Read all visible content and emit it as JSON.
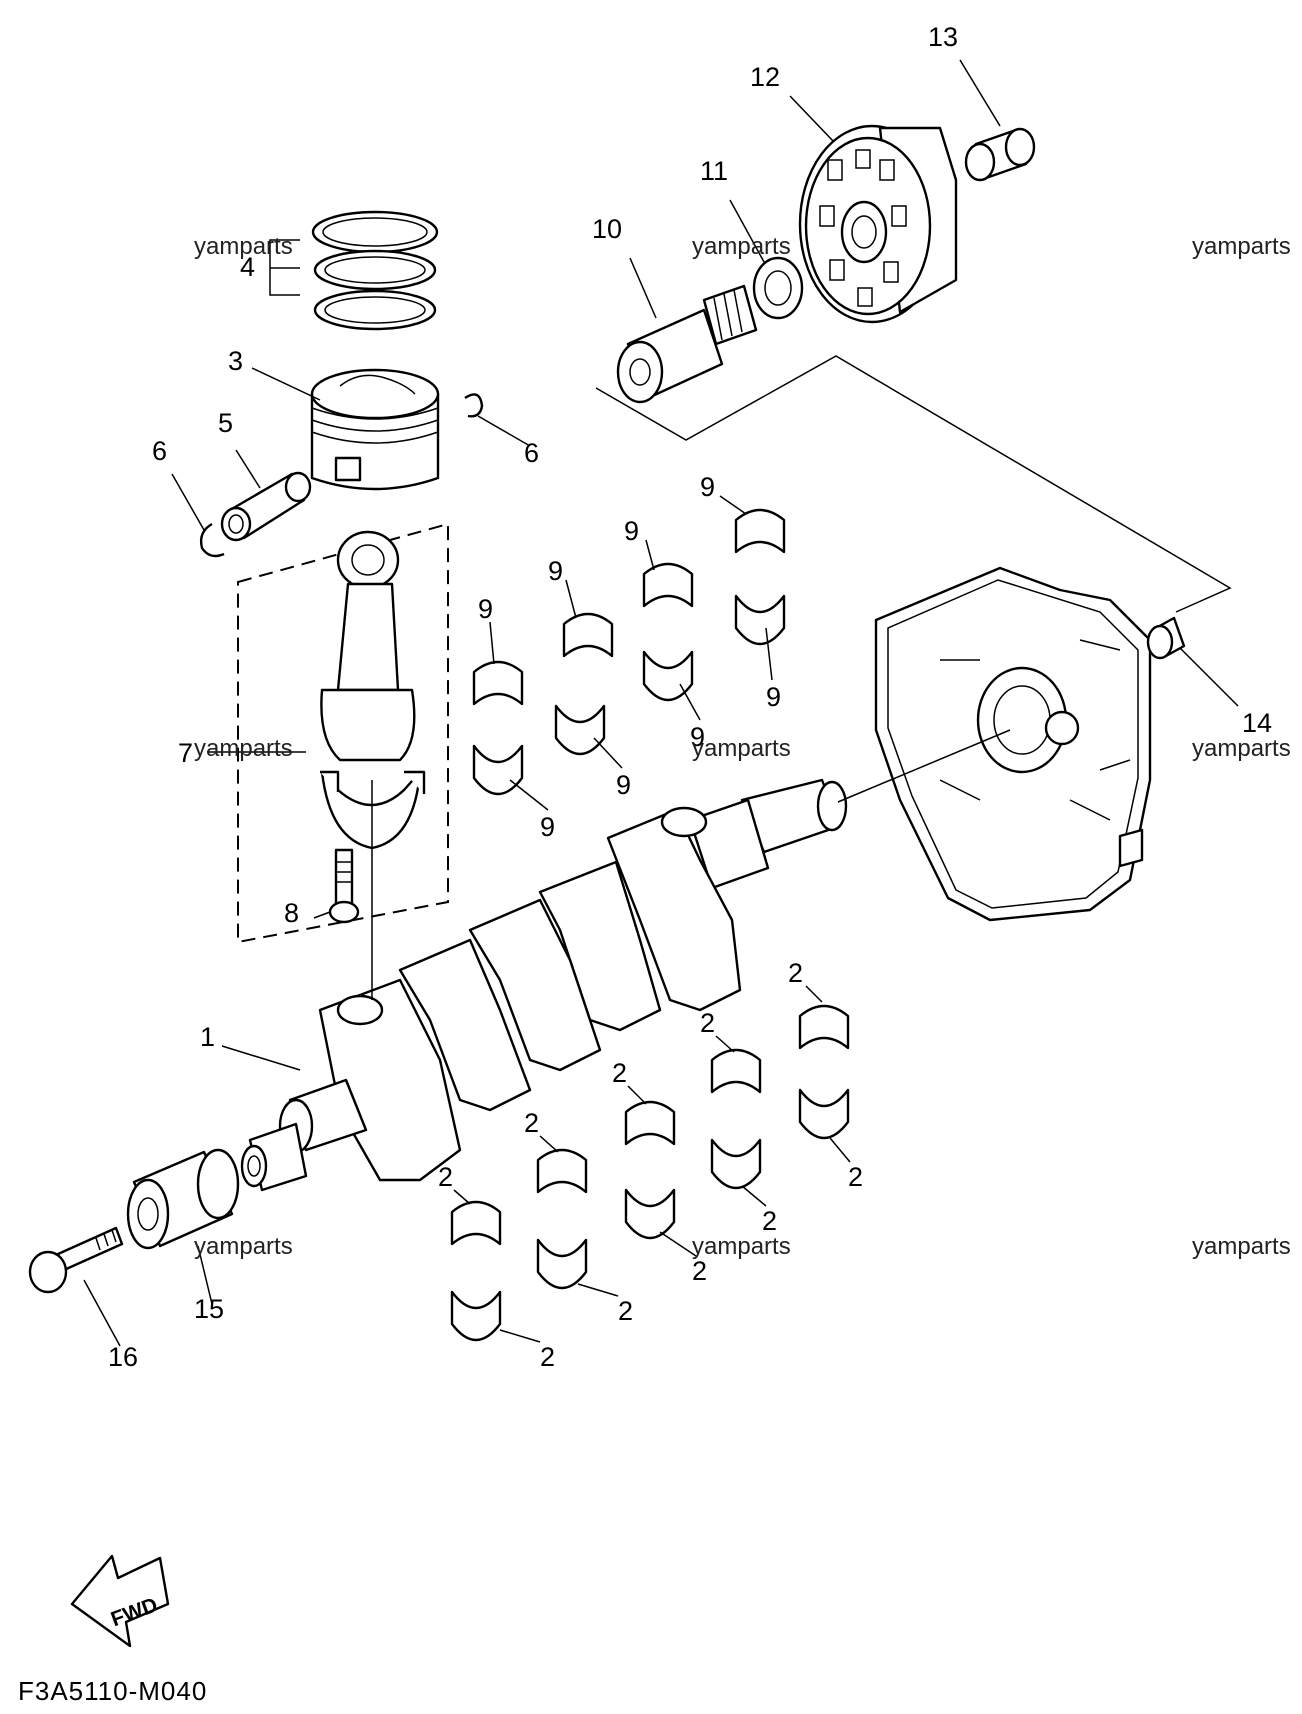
{
  "diagram": {
    "fwd_label": "FWD",
    "code": "F3A5110-M040"
  },
  "callouts": [
    "1",
    "2",
    "3",
    "4",
    "5",
    "6",
    "7",
    "8",
    "9",
    "10",
    "11",
    "12",
    "13",
    "14",
    "15",
    "16"
  ],
  "watermark": "yamparts",
  "labels": {
    "n1": "1",
    "n3": "3",
    "n4": "4",
    "n5": "5",
    "n6a": "6",
    "n6b": "6",
    "n7": "7",
    "n8": "8",
    "n10": "10",
    "n11": "11",
    "n12": "12",
    "n13": "13",
    "n14": "14",
    "n15": "15",
    "n16": "16",
    "n2": "2",
    "n9": "9"
  }
}
